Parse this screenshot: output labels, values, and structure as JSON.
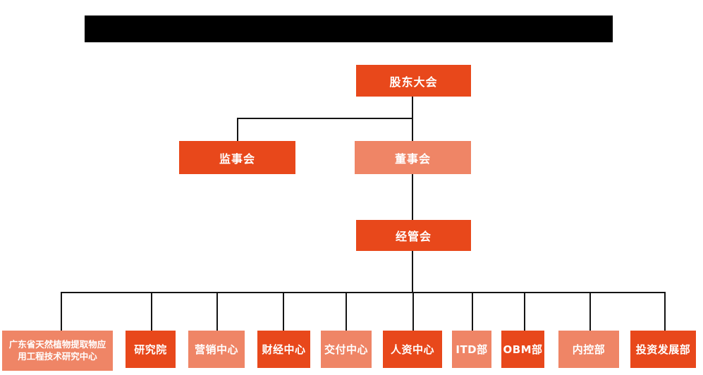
{
  "colors": {
    "primary": "#e8481b",
    "secondary": "#ef8566",
    "line": "#141414",
    "redacted": "#000000"
  },
  "org": {
    "top": {
      "label": "股东大会"
    },
    "level2": [
      {
        "label": "监事会"
      },
      {
        "label": "董事会"
      }
    ],
    "level3": {
      "label": "经管会"
    },
    "departments": [
      {
        "label": "广东省天然植物提取物应用工程技术研究中心"
      },
      {
        "label": "研究院"
      },
      {
        "label": "营销中心"
      },
      {
        "label": "财经中心"
      },
      {
        "label": "交付中心"
      },
      {
        "label": "人资中心"
      },
      {
        "label": "ITD部"
      },
      {
        "label": "OBM部"
      },
      {
        "label": "内控部"
      },
      {
        "label": "投资发展部"
      }
    ]
  }
}
